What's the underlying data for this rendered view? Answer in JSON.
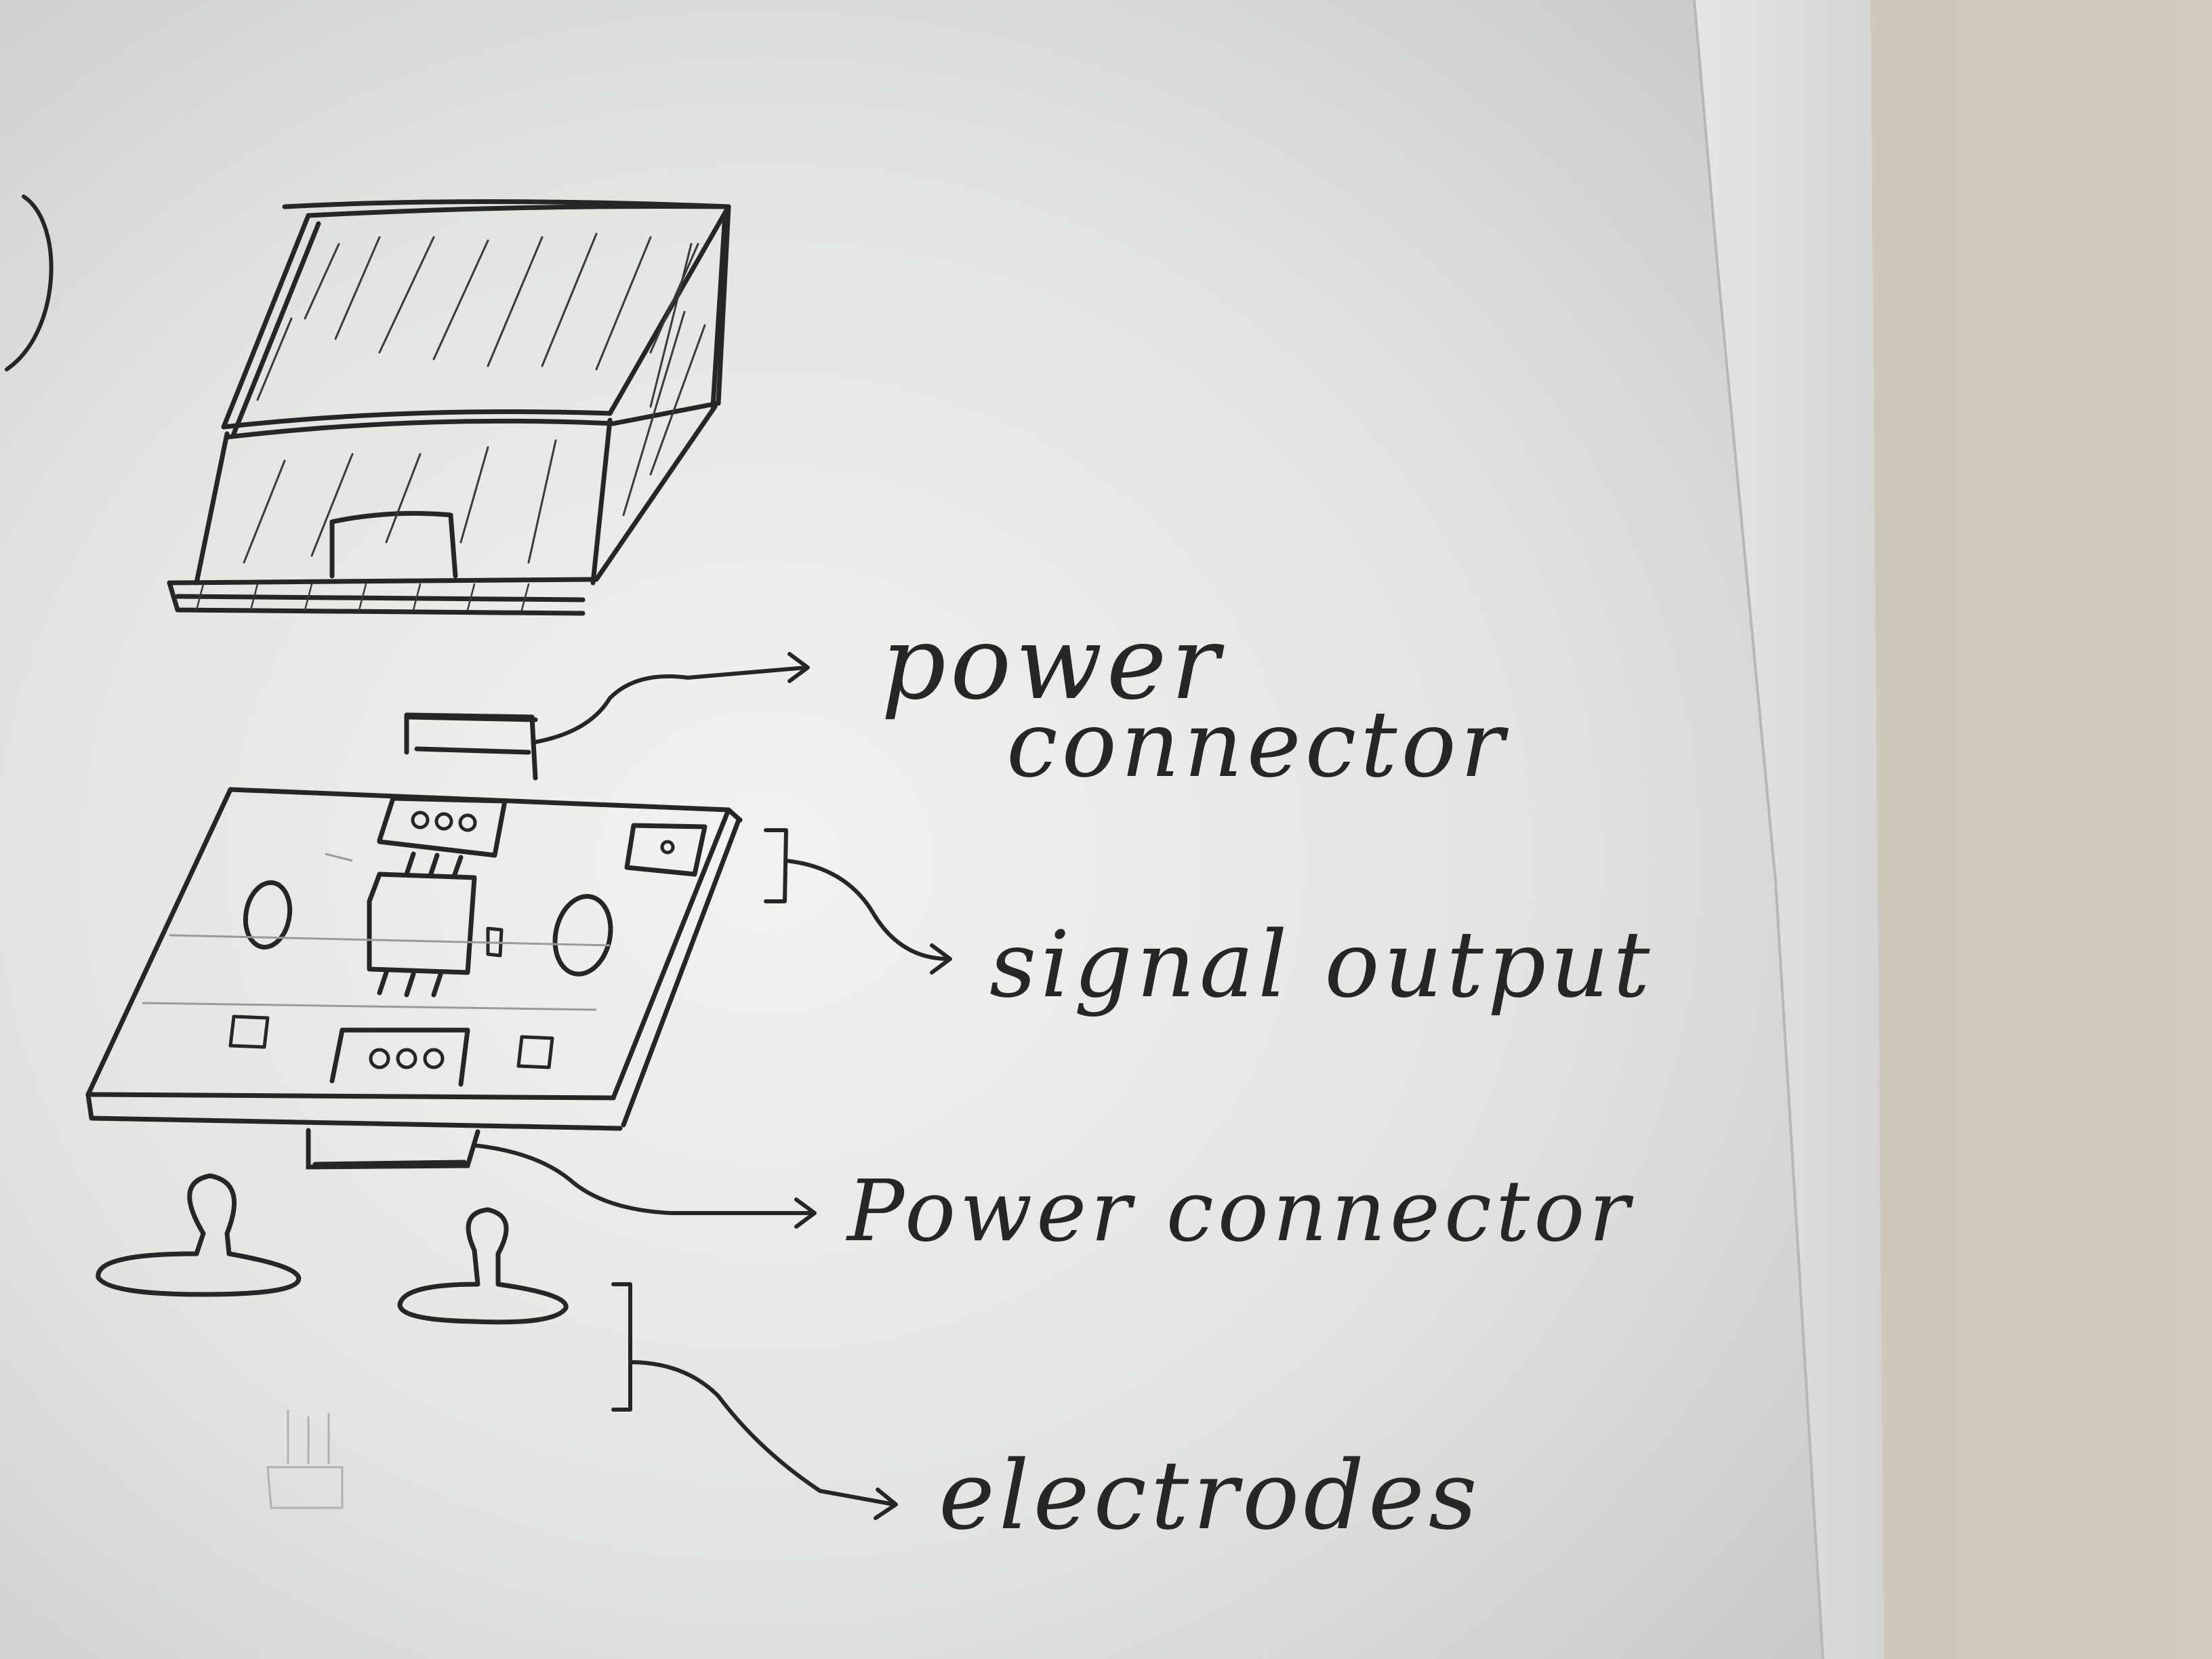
{
  "colors": {
    "paper": "#dedfdd",
    "paper_lit": "#f4f4f2",
    "table": "#c8c1b1",
    "ink": "#262626",
    "pencil": "#9a9a9a"
  },
  "labels": {
    "top_power_connector_line1": "power",
    "top_power_connector_line2": "connector",
    "signal_output": "signal output",
    "bottom_power_connector": "Power connector",
    "electrodes": "electrodes"
  }
}
